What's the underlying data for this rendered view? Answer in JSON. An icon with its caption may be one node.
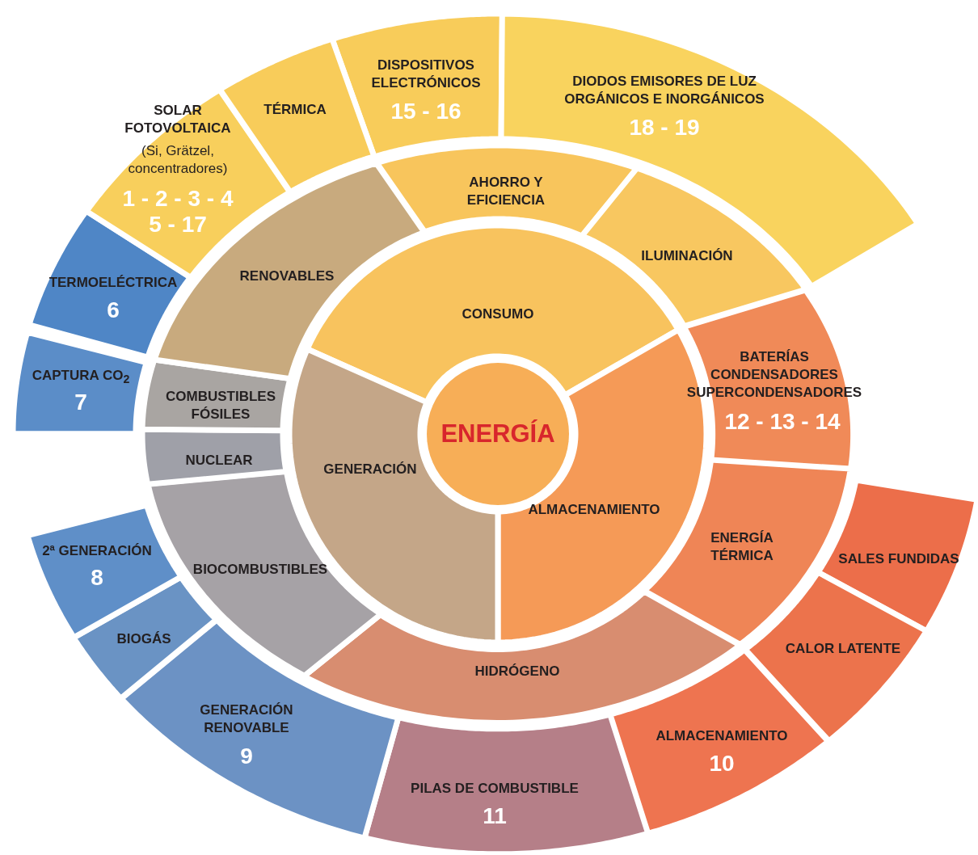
{
  "diagram": {
    "nodes": [
      {
        "text": [
          "ENERGÍA"
        ]
      },
      {
        "text": [
          "CONSUMO"
        ]
      },
      {
        "text": [
          "ALMACENAMIENTO"
        ]
      },
      {
        "text": [
          "GENERACIÓN"
        ]
      },
      {
        "text": [
          "AHORRO Y EFICIENCIA"
        ]
      },
      {
        "text": [
          "ILUMINACIÓN"
        ]
      },
      {
        "text": [
          "BATERÍAS CONDENSADORES SUPERCONDENSADORES",
          "12 - 13 - 14"
        ]
      },
      {
        "text": [
          "ENERGÍA TÉRMICA"
        ]
      },
      {
        "text": [
          "HIDRÓGENO"
        ]
      },
      {
        "text": [
          "BIOCOMBUSTIBLES"
        ]
      },
      {
        "text": [
          "NUCLEAR"
        ]
      },
      {
        "text": [
          "COMBUSTIBLES FÓSILES"
        ]
      },
      {
        "text": [
          "RENOVABLES"
        ]
      },
      {
        "text": [
          "DISPOSITIVOS ELECTRÓNICOS",
          "15 - 16"
        ]
      },
      {
        "text": [
          "DIODOS EMISORES DE LUZ ORGÁNICOS E INORGÁNICOS",
          "18 - 19"
        ]
      },
      {
        "text": [
          "SALES FUNDIDAS"
        ]
      },
      {
        "text": [
          "CALOR LATENTE"
        ]
      },
      {
        "text": [
          "ALMACENAMIENTO",
          "10"
        ]
      },
      {
        "text": [
          "PILAS DE COMBUSTIBLE",
          "11"
        ]
      },
      {
        "text": [
          "GENERACIÓN RENOVABLE",
          "9"
        ]
      },
      {
        "text": [
          "BIOGÁS"
        ]
      },
      {
        "text": [
          "2ª GENERACIÓN",
          "8"
        ]
      },
      {
        "text": [
          "CAPTURA CO$_{2}$",
          "7"
        ]
      },
      {
        "text": [
          "TERMOELÉCTRICA",
          "6"
        ]
      },
      {
        "text": [
          "SOLAR FOTOVOLTAICA",
          "(Si, Grätzel, concentradores)",
          "1 - 2 - 3 - 4 5 - 17"
        ]
      },
      {
        "text": [
          "TÉRMICA"
        ]
      }
    ]
  }
}
